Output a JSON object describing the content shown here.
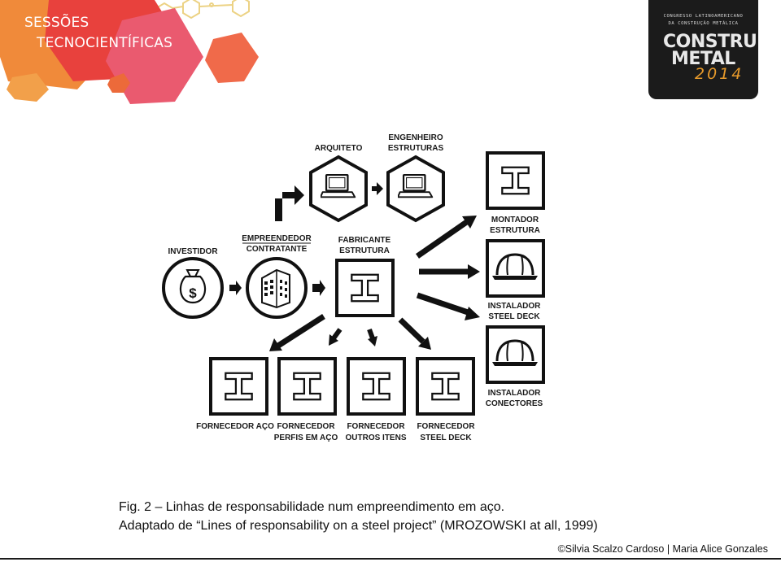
{
  "header": {
    "line1": "SESSÕES",
    "line2": "TECNOCIENTÍFICAS",
    "colors": {
      "orange": "#f0752f",
      "red": "#e8413d",
      "pink": "#ea5a6f"
    }
  },
  "logo": {
    "small_line1": "CONGRESSO LATINOAMERICANO",
    "small_line2": "DA CONSTRUÇÃO METÁLICA",
    "line1": "CONSTRU",
    "line2": "METAL",
    "year": "2014",
    "background": "#1b1b1b",
    "accent": "#e79a2b"
  },
  "diagram": {
    "nodes": {
      "investidor": {
        "label": "INVESTIDOR",
        "icon": "money-bag-icon"
      },
      "empreendedor": {
        "label1": "EMPREENDEDOR",
        "label2": "CONTRATANTE",
        "icon": "building-icon"
      },
      "arquiteto": {
        "label": "ARQUITETO",
        "icon": "laptop-icon"
      },
      "engenheiro": {
        "label1": "ENGENHEIRO",
        "label2": "ESTRUTURAS",
        "icon": "laptop-icon"
      },
      "fabricante": {
        "label1": "FABRICANTE",
        "label2": "ESTRUTURA",
        "icon": "steel-beam-icon"
      },
      "montador": {
        "label1": "MONTADOR",
        "label2": "ESTRUTURA",
        "icon": "steel-beam-icon"
      },
      "instalador_deck": {
        "label1": "INSTALADOR",
        "label2": "STEEL DECK",
        "icon": "hard-hat-icon"
      },
      "instalador_conectores": {
        "label1": "INSTALADOR",
        "label2": "CONECTORES",
        "icon": "hard-hat-icon"
      },
      "forn_aco": {
        "label1": "FORNECEDOR AÇO",
        "icon": "steel-beam-icon"
      },
      "forn_perfis": {
        "label1": "FORNECEDOR",
        "label2": "PERFIS EM AÇO",
        "icon": "steel-beam-icon"
      },
      "forn_outros": {
        "label1": "FORNECEDOR",
        "label2": "OUTROS ITENS",
        "icon": "steel-beam-icon"
      },
      "forn_deck": {
        "label1": "FORNECEDOR",
        "label2": "STEEL DECK",
        "icon": "steel-beam-icon"
      }
    },
    "edges": [
      {
        "from": "investidor",
        "to": "empreendedor"
      },
      {
        "from": "empreendedor",
        "to": "fabricante"
      },
      {
        "from": "empreendedor",
        "to": "arquiteto"
      },
      {
        "from": "arquiteto",
        "to": "engenheiro"
      },
      {
        "from": "fabricante",
        "to": "montador"
      },
      {
        "from": "fabricante",
        "to": "instalador_deck"
      },
      {
        "from": "fabricante",
        "to": "instalador_conectores"
      },
      {
        "from": "fabricante",
        "to": "forn_aco"
      },
      {
        "from": "fabricante",
        "to": "forn_perfis"
      },
      {
        "from": "fabricante",
        "to": "forn_outros"
      },
      {
        "from": "fabricante",
        "to": "forn_deck"
      }
    ]
  },
  "caption": {
    "line1": "Fig. 2 – Linhas de responsabilidade num empreendimento em aço.",
    "line2": "Adaptado de “Lines of responsability on a steel project” (MROZOWSKI at all, 1999)"
  },
  "credit": "©Silvia Scalzo Cardoso | Maria Alice Gonzales"
}
